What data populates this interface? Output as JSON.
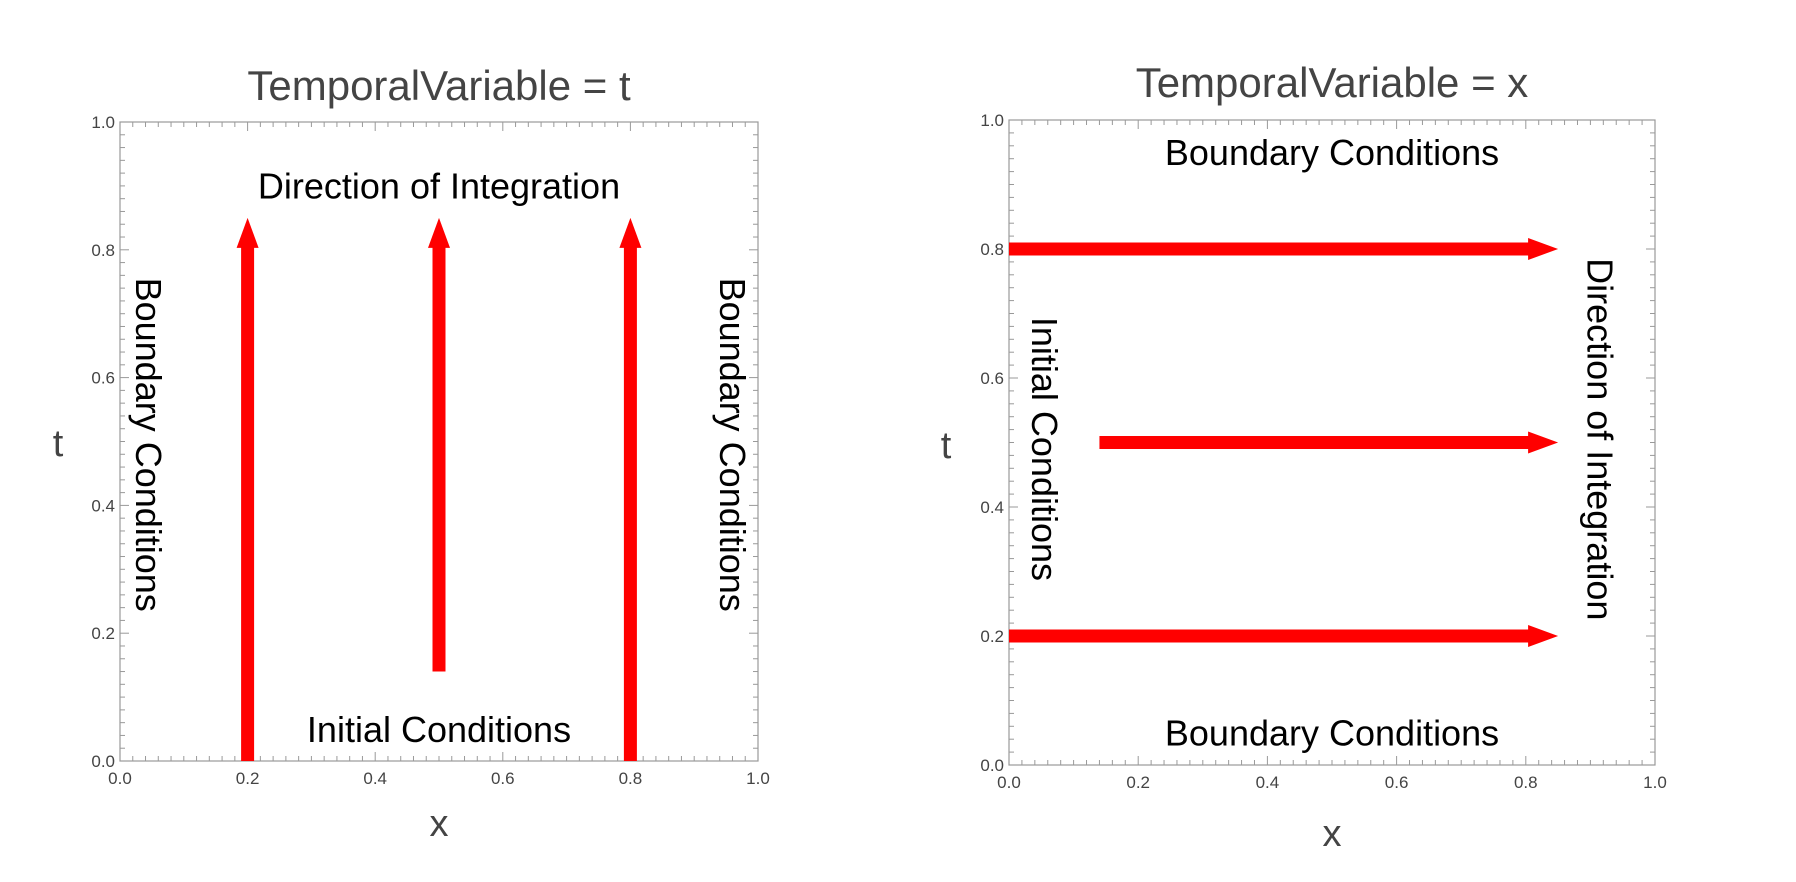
{
  "chart_data": [
    {
      "type": "diagram",
      "title": "TemporalVariable = t",
      "xlabel": "x",
      "ylabel": "t",
      "xlim": [
        0,
        1
      ],
      "ylim": [
        0,
        1
      ],
      "xticks": [
        "0.0",
        "0.2",
        "0.4",
        "0.6",
        "0.8",
        "1.0"
      ],
      "yticks": [
        "0.0",
        "0.2",
        "0.4",
        "0.6",
        "0.8",
        "1.0"
      ],
      "arrow_color": "#ff0000",
      "arrows": [
        {
          "x0": 0.2,
          "y0": 0.0,
          "x1": 0.2,
          "y1": 0.85
        },
        {
          "x0": 0.5,
          "y0": 0.14,
          "x1": 0.5,
          "y1": 0.85
        },
        {
          "x0": 0.8,
          "y0": 0.0,
          "x1": 0.8,
          "y1": 0.85
        }
      ],
      "annotations": [
        {
          "text": "Direction of Integration",
          "x": 0.5,
          "y": 0.895,
          "rotate": 0
        },
        {
          "text": "Initial Conditions",
          "x": 0.5,
          "y": 0.045,
          "rotate": 0
        },
        {
          "text": "Boundary Conditions",
          "x": 0.04,
          "y": 0.495,
          "rotate": 90
        },
        {
          "text": "Boundary Conditions",
          "x": 0.955,
          "y": 0.495,
          "rotate": 90
        }
      ]
    },
    {
      "type": "diagram",
      "title": "TemporalVariable = x",
      "xlabel": "x",
      "ylabel": "t",
      "xlim": [
        0,
        1
      ],
      "ylim": [
        0,
        1
      ],
      "xticks": [
        "0.0",
        "0.2",
        "0.4",
        "0.6",
        "0.8",
        "1.0"
      ],
      "yticks": [
        "0.0",
        "0.2",
        "0.4",
        "0.6",
        "0.8",
        "1.0"
      ],
      "arrow_color": "#ff0000",
      "arrows": [
        {
          "x0": 0.0,
          "y0": 0.8,
          "x1": 0.85,
          "y1": 0.8
        },
        {
          "x0": 0.14,
          "y0": 0.5,
          "x1": 0.85,
          "y1": 0.5
        },
        {
          "x0": 0.0,
          "y0": 0.2,
          "x1": 0.85,
          "y1": 0.2
        }
      ],
      "annotations": [
        {
          "text": "Boundary Conditions",
          "x": 0.5,
          "y": 0.945,
          "rotate": 0
        },
        {
          "text": "Boundary Conditions",
          "x": 0.5,
          "y": 0.045,
          "rotate": 0
        },
        {
          "text": "Initial Conditions",
          "x": 0.05,
          "y": 0.49,
          "rotate": 90
        },
        {
          "text": "Direction of Integration",
          "x": 0.91,
          "y": 0.505,
          "rotate": 90
        }
      ]
    }
  ]
}
